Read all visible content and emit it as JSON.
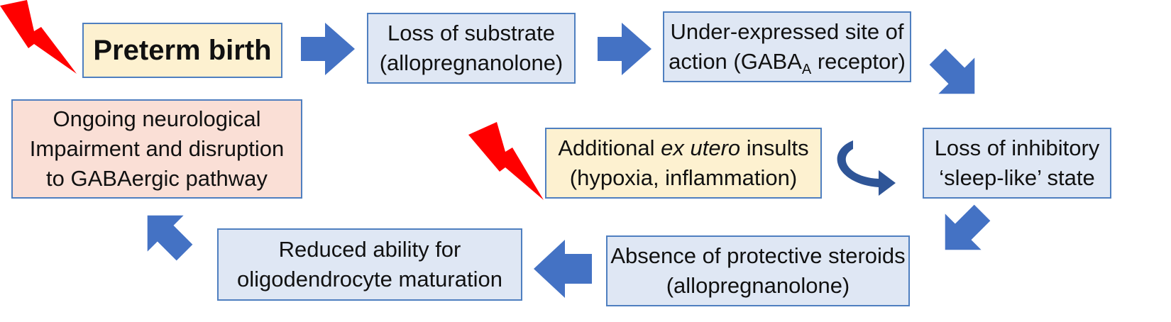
{
  "colors": {
    "arrow": "#4472c4",
    "arrow_dark": "#2f5597",
    "lightning": "#ff0000",
    "border": "#4f7fc0",
    "fill_yellow": "#fdf1d0",
    "fill_blue": "#dfe7f4",
    "fill_pink": "#fadfd6"
  },
  "boxes": {
    "preterm": {
      "line1": "Preterm birth"
    },
    "loss_substrate": {
      "line1": "Loss of substrate",
      "line2": "(allopregnanolone)"
    },
    "under_expressed": {
      "line1": "Under-expressed site of",
      "line2_pre": "action (GABA",
      "line2_sub": "A",
      "line2_post": " receptor)"
    },
    "loss_inhibitory": {
      "line1": "Loss of inhibitory",
      "line2": "‘sleep-like’ state"
    },
    "additional": {
      "line1_pre": "Additional ",
      "line1_em": "ex utero",
      "line1_post": " insults",
      "line2": "(hypoxia, inflammation)"
    },
    "absence": {
      "line1": "Absence of protective steroids",
      "line2": "(allopregnanolone)"
    },
    "reduced": {
      "line1": "Reduced ability for",
      "line2": "oligodendrocyte maturation"
    },
    "ongoing": {
      "line1": "Ongoing neurological",
      "line2": "Impairment and disruption",
      "line3": "to GABAergic pathway"
    }
  },
  "icons": [
    "lightning-bolt-icon",
    "block-arrow-icon",
    "curved-arrow-icon"
  ]
}
